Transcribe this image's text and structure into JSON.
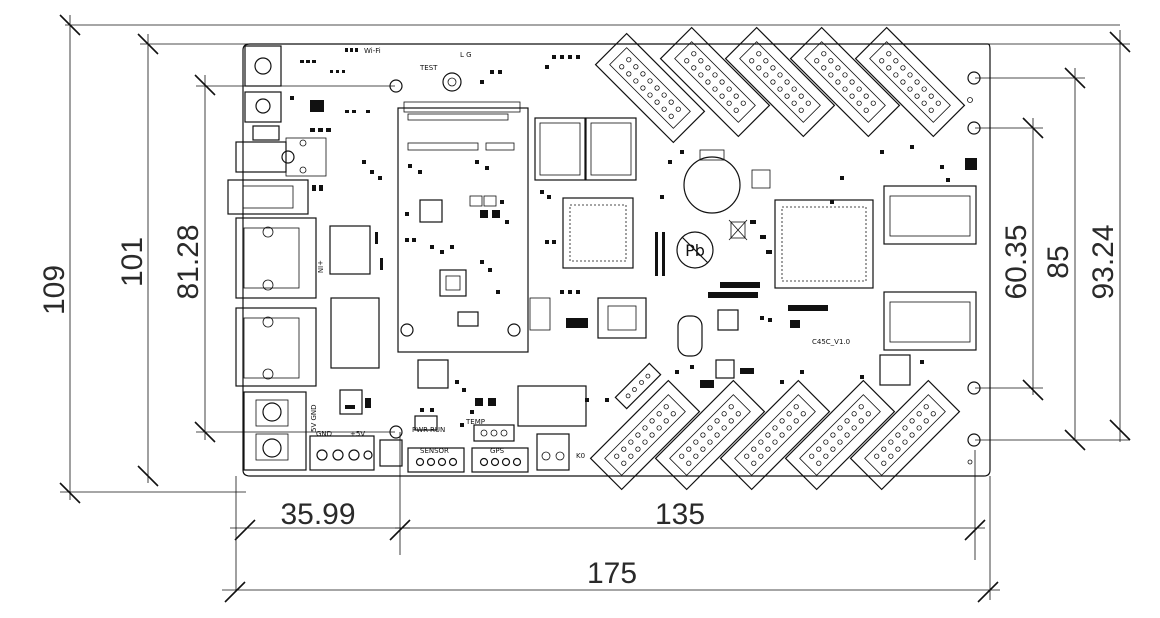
{
  "dimensions": {
    "width_total": "175",
    "width_inner": "135",
    "offset_left": "35.99",
    "height_total": "109",
    "height_board": "101",
    "hole_span_left": "81.28",
    "hole_span_right_a": "60.35",
    "hole_span_right_b": "85",
    "hole_span_right_c": "93.24"
  },
  "silkscreen": {
    "wifi": "Wi-Fi",
    "test": "TEST",
    "lg": "L G",
    "in": "+IN",
    "gnd_5v": "5V GND",
    "gnd": "GND",
    "plus5v": "+5V",
    "pwr": "PWR",
    "run": "RUN",
    "temp": "TEMP",
    "sensor": "SENSOR",
    "gps": "GPS",
    "k0": "K0",
    "pb": "Pb",
    "model": "C45C_V1.0"
  }
}
